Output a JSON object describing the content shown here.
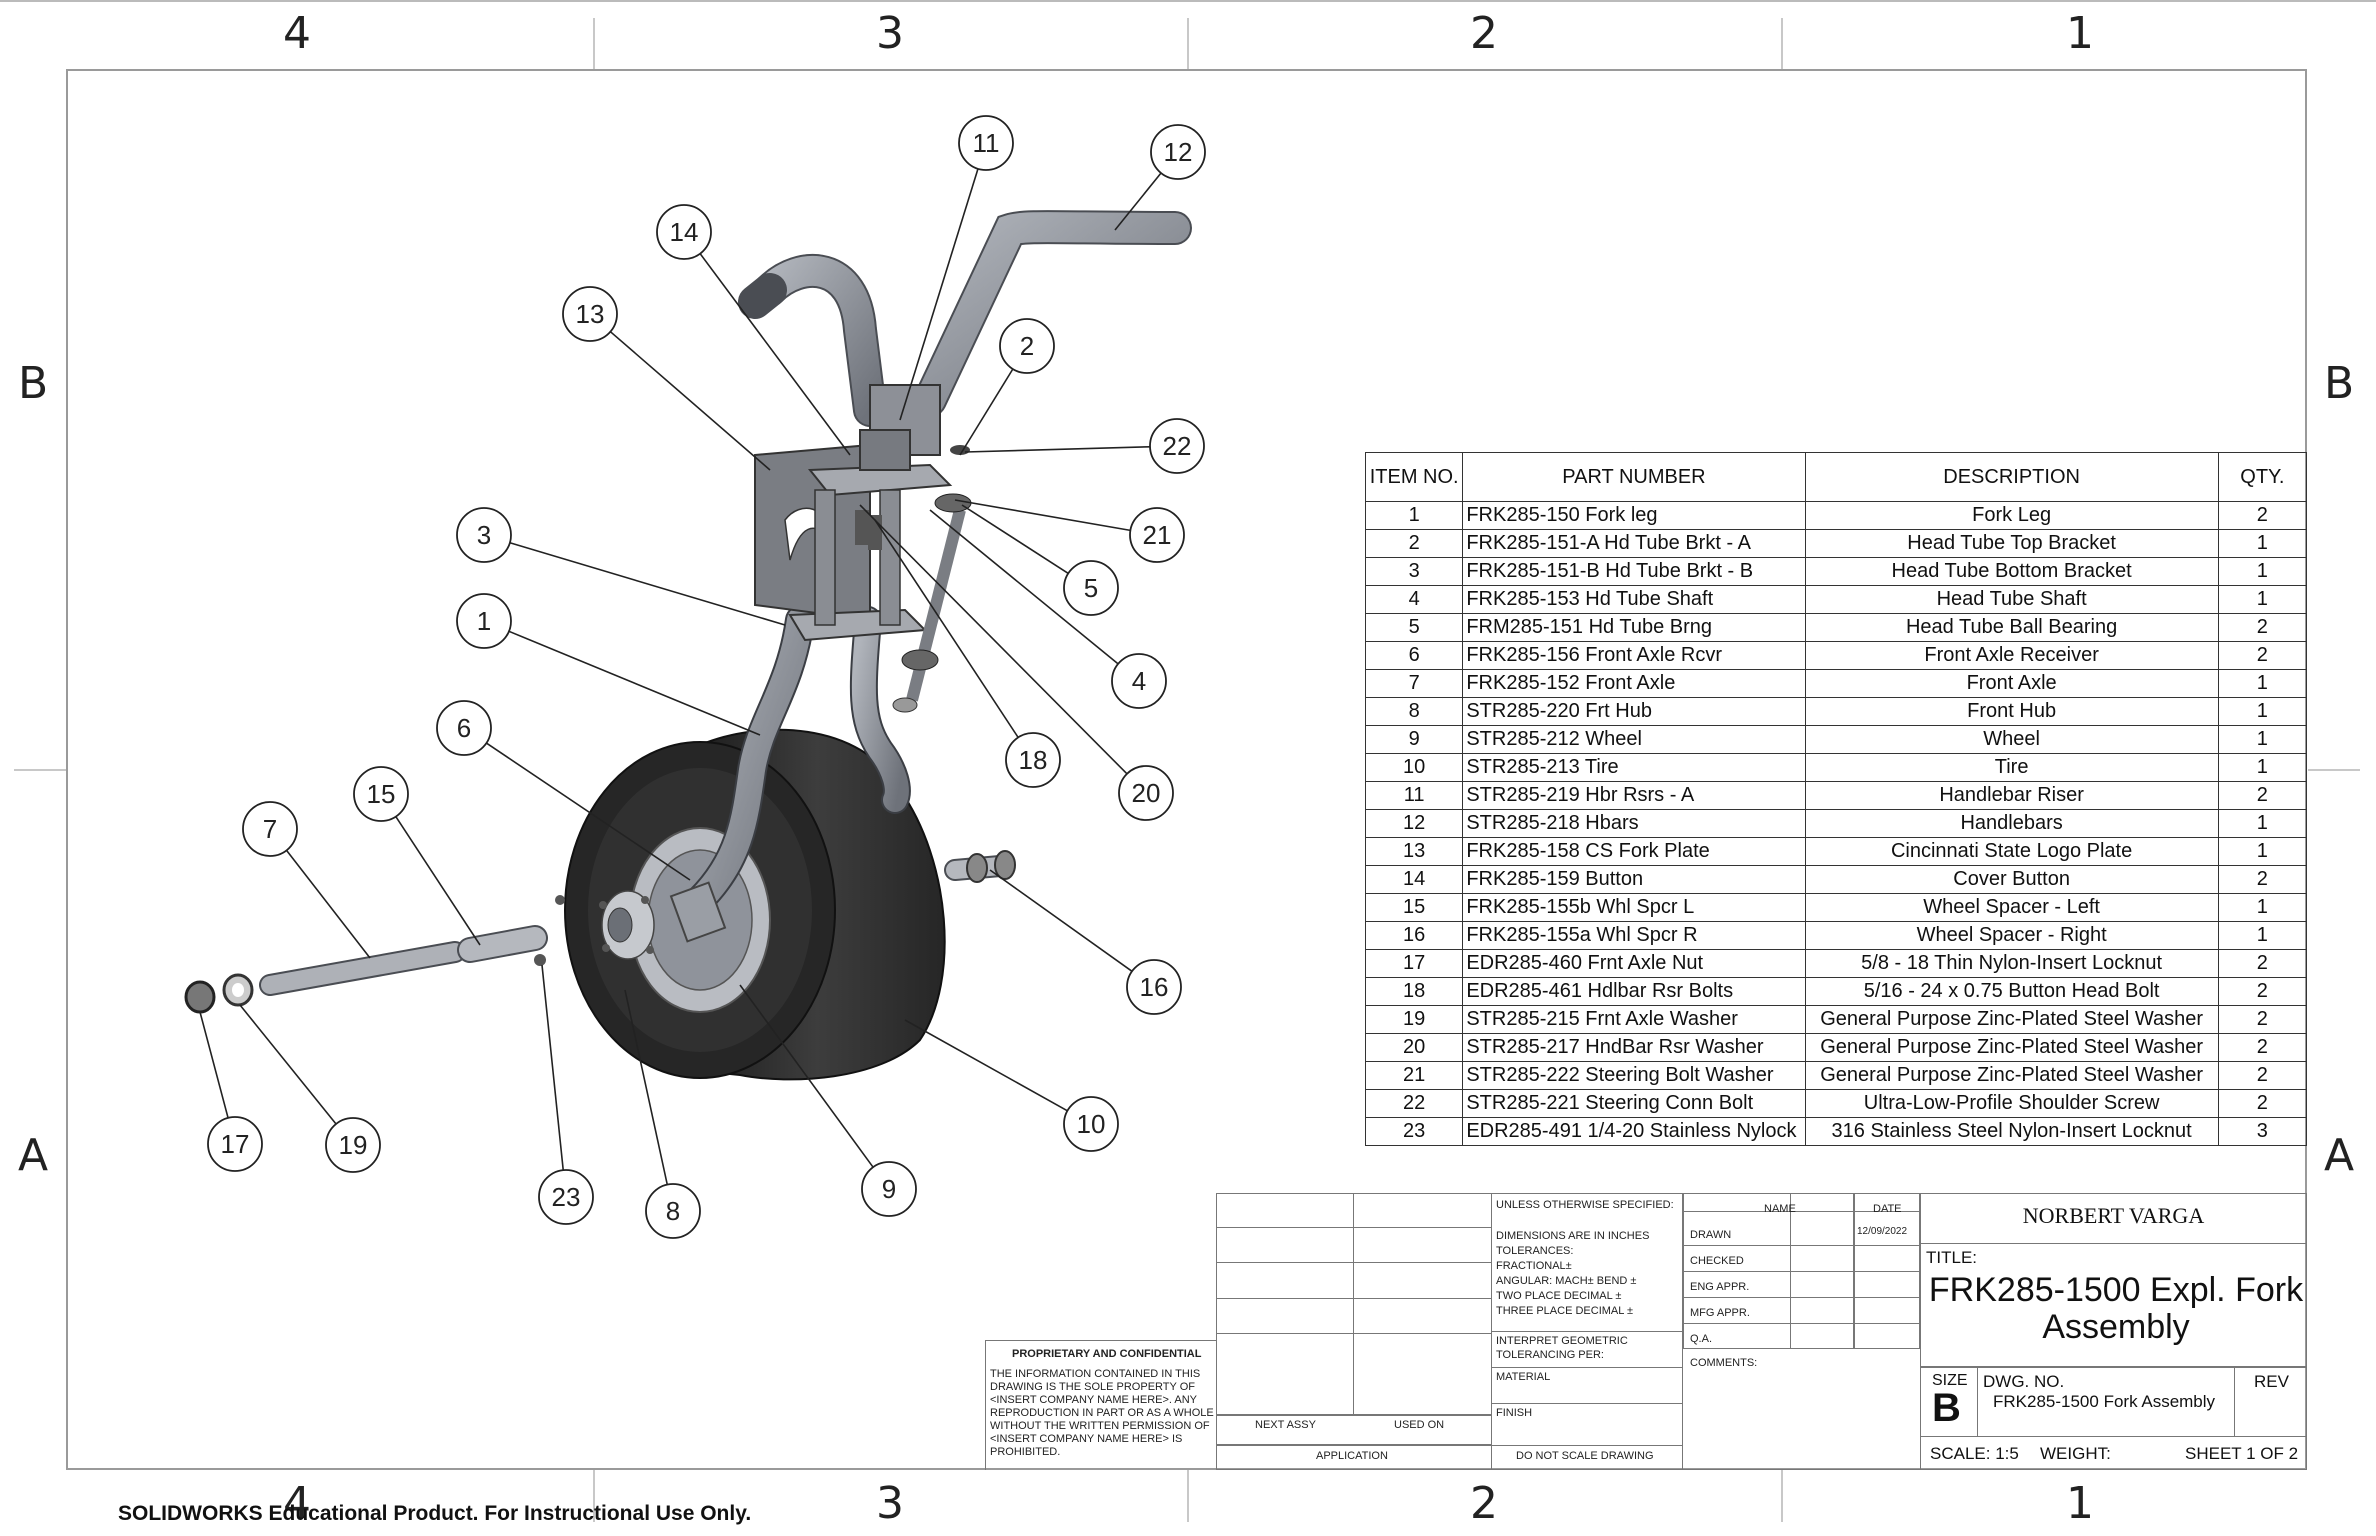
{
  "zones": {
    "columns": [
      "4",
      "3",
      "2",
      "1"
    ],
    "rows": [
      "B",
      "A"
    ]
  },
  "balloons": [
    "1",
    "2",
    "3",
    "4",
    "5",
    "6",
    "7",
    "8",
    "9",
    "10",
    "11",
    "12",
    "13",
    "14",
    "15",
    "16",
    "17",
    "18",
    "19",
    "20",
    "21",
    "22",
    "23"
  ],
  "bom": {
    "headers": [
      "ITEM NO.",
      "PART NUMBER",
      "DESCRIPTION",
      "QTY."
    ],
    "rows": [
      [
        "1",
        "FRK285-150 Fork leg",
        "Fork Leg",
        "2"
      ],
      [
        "2",
        "FRK285-151-A Hd Tube Brkt - A",
        "Head Tube Top Bracket",
        "1"
      ],
      [
        "3",
        "FRK285-151-B Hd Tube Brkt - B",
        "Head Tube Bottom Bracket",
        "1"
      ],
      [
        "4",
        "FRK285-153 Hd Tube Shaft",
        "Head Tube Shaft",
        "1"
      ],
      [
        "5",
        "FRM285-151 Hd Tube Brng",
        "Head Tube Ball Bearing",
        "2"
      ],
      [
        "6",
        "FRK285-156 Front Axle Rcvr",
        "Front Axle Receiver",
        "2"
      ],
      [
        "7",
        "FRK285-152 Front Axle",
        "Front Axle",
        "1"
      ],
      [
        "8",
        "STR285-220 Frt Hub",
        "Front Hub",
        "1"
      ],
      [
        "9",
        "STR285-212 Wheel",
        "Wheel",
        "1"
      ],
      [
        "10",
        "STR285-213 Tire",
        "Tire",
        "1"
      ],
      [
        "11",
        "STR285-219 Hbr Rsrs - A",
        "Handlebar Riser",
        "2"
      ],
      [
        "12",
        "STR285-218 Hbars",
        "Handlebars",
        "1"
      ],
      [
        "13",
        "FRK285-158 CS Fork Plate",
        "Cincinnati State Logo Plate",
        "1"
      ],
      [
        "14",
        "FRK285-159 Button",
        "Cover Button",
        "2"
      ],
      [
        "15",
        "FRK285-155b Whl Spcr L",
        "Wheel Spacer - Left",
        "1"
      ],
      [
        "16",
        "FRK285-155a Whl Spcr R",
        "Wheel Spacer - Right",
        "1"
      ],
      [
        "17",
        "EDR285-460 Frnt Axle Nut",
        "5/8 - 18 Thin Nylon-Insert Locknut",
        "2"
      ],
      [
        "18",
        "EDR285-461 Hdlbar Rsr Bolts",
        "5/16 - 24 x 0.75 Button Head Bolt",
        "2"
      ],
      [
        "19",
        "STR285-215 Frnt Axle Washer",
        "General Purpose Zinc-Plated Steel Washer",
        "2"
      ],
      [
        "20",
        "STR285-217 HndBar Rsr Washer",
        "General Purpose Zinc-Plated Steel Washer",
        "2"
      ],
      [
        "21",
        "STR285-222 Steering Bolt Washer",
        "General Purpose Zinc-Plated Steel Washer",
        "2"
      ],
      [
        "22",
        "STR285-221 Steering Conn Bolt",
        "Ultra-Low-Profile Shoulder Screw",
        "2"
      ],
      [
        "23",
        "EDR285-491 1/4-20 Stainless Nylock",
        "316 Stainless Steel Nylon-Insert Locknut",
        "3"
      ]
    ]
  },
  "title_block": {
    "unless_specified": "UNLESS OTHERWISE SPECIFIED:",
    "name_header": "NAME",
    "date_header": "DATE",
    "drawn": "DRAWN",
    "drawn_date": "12/09/2022",
    "checked": "CHECKED",
    "eng_appr": "ENG APPR.",
    "mfg_appr": "MFG APPR.",
    "qa": "Q.A.",
    "comments": "COMMENTS:",
    "dims_1": "DIMENSIONS ARE IN INCHES",
    "dims_2": "TOLERANCES:",
    "dims_3": "FRACTIONAL±",
    "dims_4": "ANGULAR: MACH±    BEND ±",
    "dims_5": "TWO PLACE DECIMAL    ±",
    "dims_6": "THREE PLACE DECIMAL  ±",
    "interpret_1": "INTERPRET GEOMETRIC",
    "interpret_2": "TOLERANCING PER:",
    "material": "MATERIAL",
    "finish": "FINISH",
    "next_assy": "NEXT ASSY",
    "used_on": "USED ON",
    "application": "APPLICATION",
    "do_not_scale": "DO NOT SCALE DRAWING",
    "company": "NORBERT VARGA",
    "title_label": "TITLE:",
    "title_line1": "FRK285-1500 Expl. Fork",
    "title_line2": "Assembly",
    "size_label": "SIZE",
    "size_value": "B",
    "dwg_label": "DWG.  NO.",
    "dwg_value": "FRK285-1500 Fork Assembly",
    "rev_label": "REV",
    "scale": "SCALE: 1:5",
    "weight": "WEIGHT:",
    "sheet": "SHEET 1 OF 2",
    "proprietary_title": "PROPRIETARY AND CONFIDENTIAL",
    "proprietary_1": "THE INFORMATION CONTAINED IN THIS",
    "proprietary_2": "DRAWING IS THE SOLE PROPERTY OF",
    "proprietary_3": "<INSERT COMPANY NAME HERE>.  ANY",
    "proprietary_4": "REPRODUCTION IN PART OR AS A WHOLE",
    "proprietary_5": "WITHOUT THE WRITTEN PERMISSION OF",
    "proprietary_6": "<INSERT COMPANY NAME HERE> IS",
    "proprietary_7": "PROHIBITED."
  },
  "watermark": "SOLIDWORKS Educational Product. For Instructional Use Only.",
  "colors": {
    "steel": "#8c8c8c",
    "tire": "#2a2a2a",
    "line": "#333333"
  }
}
